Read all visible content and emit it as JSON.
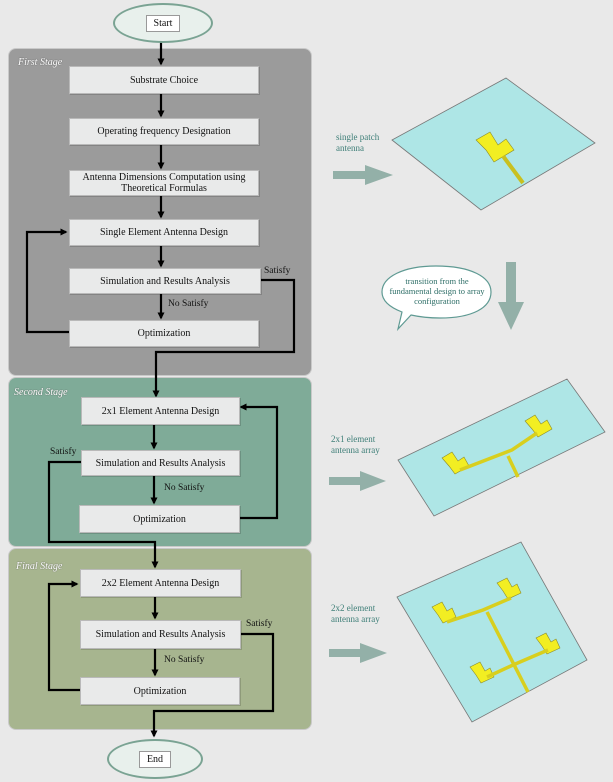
{
  "flow": {
    "start": "Start",
    "end": "End",
    "stages": {
      "first": {
        "title": "First Stage",
        "steps": {
          "substrate": "Substrate Choice",
          "frequency": "Operating frequency Designation",
          "dimensions": "Antenna Dimensions Computation using Theoretical Formulas",
          "design": "Single Element Antenna Design",
          "simulation": "Simulation and Results Analysis",
          "optimization": "Optimization"
        },
        "satisfy": "Satisfy",
        "no_satisfy": "No Satisfy"
      },
      "second": {
        "title": "Second Stage",
        "steps": {
          "design": "2x1 Element Antenna Design",
          "simulation": "Simulation and  Results Analysis",
          "optimization": "Optimization"
        },
        "satisfy": "Satisfy",
        "no_satisfy": "No Satisfy"
      },
      "final": {
        "title": "Final Stage",
        "steps": {
          "design": "2x2 Element Antenna Design",
          "simulation": "Simulation and Results Analysis",
          "optimization": "Optimization"
        },
        "satisfy": "Satisfy",
        "no_satisfy": "No Satisfy"
      }
    }
  },
  "illustrations": {
    "single": "single patch antenna",
    "transition": "transition from the fundamental design to array configuration",
    "array_2x1": "2x1 element antenna array",
    "array_2x2": "2x2 element antenna array"
  },
  "colors": {
    "first_stage_bg": "#9b9b9b",
    "second_stage_bg": "#7fab98",
    "final_stage_bg": "#a7b58f",
    "substrate": "#aee6e6",
    "patch": "#f2ee22",
    "side_arrow": "#93b0a8"
  }
}
